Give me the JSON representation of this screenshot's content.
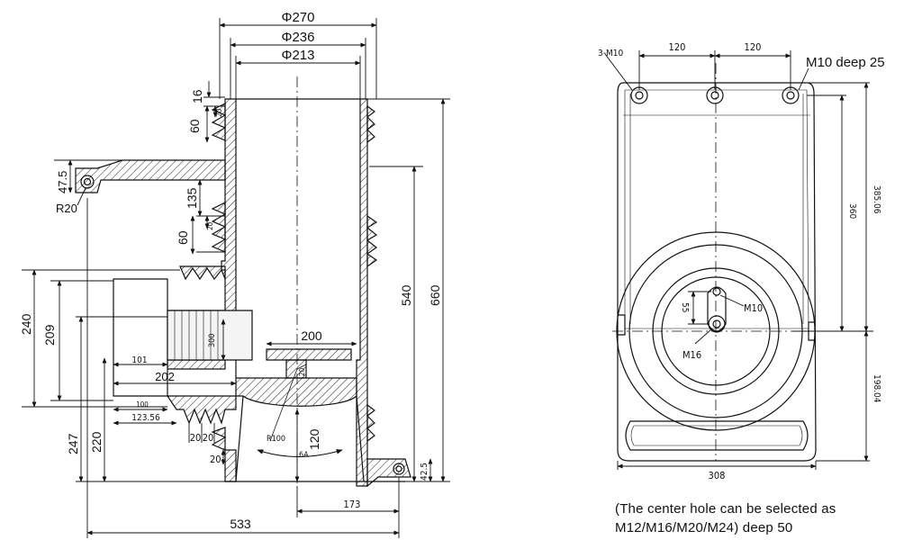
{
  "left_view": {
    "dims": {
      "phi270": "Φ270",
      "phi236": "Φ236",
      "phi213": "Φ213",
      "d16": "16",
      "d60_top": "60",
      "d20_top": "20",
      "d47_5": "47.5",
      "r20": "R20",
      "d135": "135",
      "d20_mid": "20",
      "d60_mid": "60",
      "d540": "540",
      "d660": "660",
      "d240": "240",
      "d209": "209",
      "d300": "300",
      "d200": "200",
      "d101": "101",
      "d202": "202",
      "d100": "100",
      "d123_56": "123.56",
      "d20a": "20",
      "d20b": "20",
      "d20_low": "20",
      "r100": "R100",
      "d120": "120",
      "d6a": "6A",
      "d247": "247",
      "d220": "220",
      "d42_5": "42.5",
      "d173": "173",
      "d533": "533",
      "d20_small": "20"
    }
  },
  "right_view": {
    "dims": {
      "m10_3": "3-M10",
      "d120a": "120",
      "d120b": "120",
      "m10_deep": "M10 deep 25",
      "d385": "385.06",
      "d360": "360",
      "d55": "55",
      "m10": "M10",
      "m16": "M16",
      "d198": "198.04",
      "d308": "308"
    },
    "note_line1": "(The center hole can be selected as",
    "note_line2": "M12/M16/M20/M24) deep 50"
  }
}
